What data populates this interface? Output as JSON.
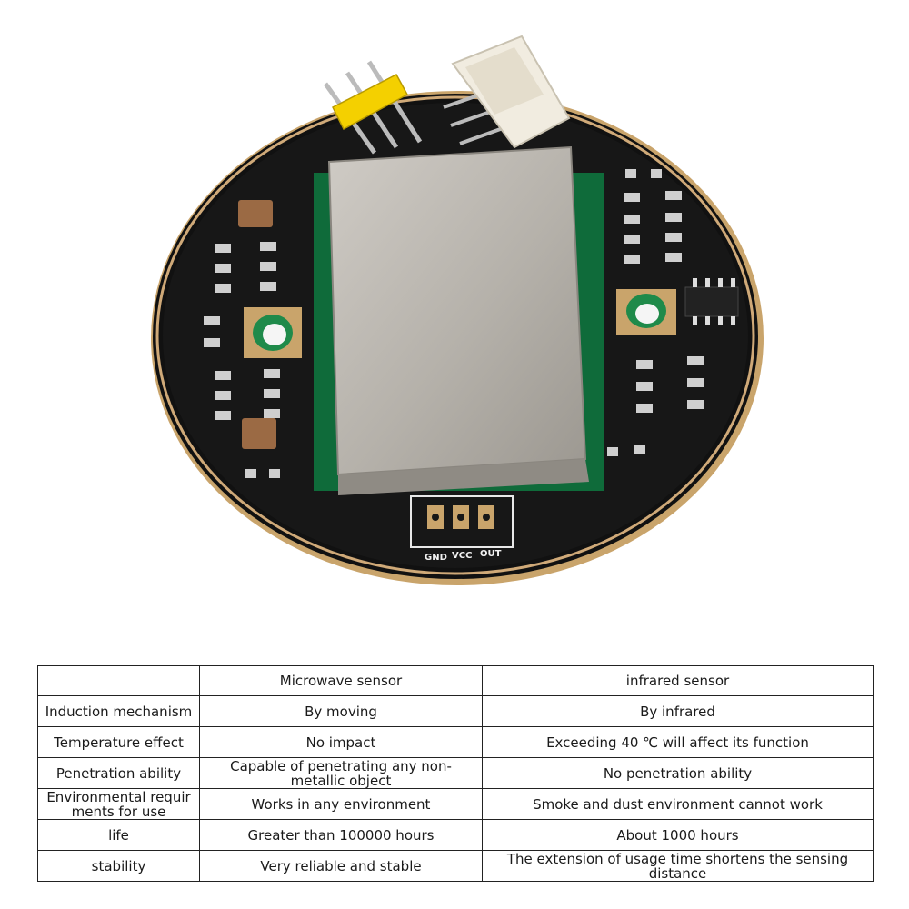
{
  "board": {
    "pin_labels": [
      "GND",
      "VCC",
      "OUT"
    ]
  },
  "table": {
    "headers": [
      "",
      "Microwave sensor",
      "infrared sensor"
    ],
    "rows": [
      [
        "Induction mechanism",
        "By moving",
        "By infrared"
      ],
      [
        "Temperature effect",
        "No impact",
        "Exceeding 40 ℃ will affect its function"
      ],
      [
        "Penetration ability",
        "Capable of penetrating any non-metallic object",
        "No penetration ability"
      ],
      [
        "Environmental requir ments for use",
        "Works in any environment",
        "Smoke and dust environment cannot work"
      ],
      [
        "life",
        "Greater than 100000 hours",
        "About 1000 hours"
      ],
      [
        "stability",
        "Very reliable and stable",
        "The extension of usage time shortens the sensing distance"
      ]
    ]
  },
  "colors": {
    "pcb": "#151515",
    "pcb_edge": "#c9a46b",
    "shield": "#b9b6b0",
    "header_pins": "#f4d000",
    "connector": "#f1ece0"
  }
}
